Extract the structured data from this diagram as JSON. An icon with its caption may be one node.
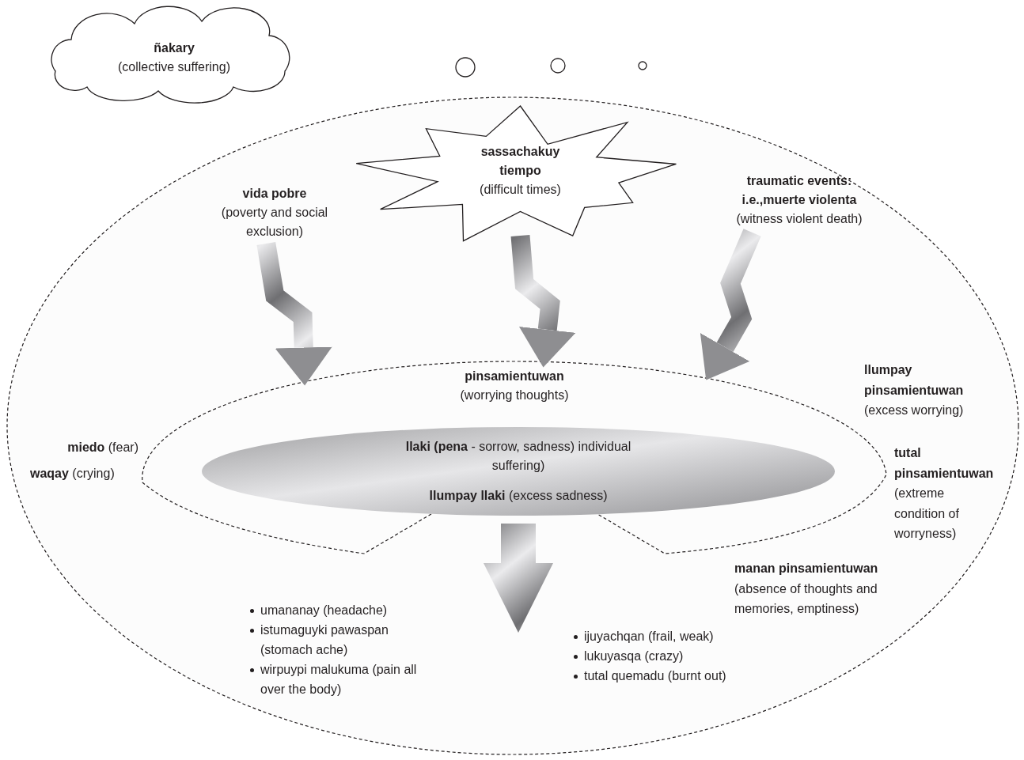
{
  "diagram": {
    "nodes": [
      {
        "text": [
          "ñakary",
          "(collective suffering)"
        ]
      },
      {
        "text": [],
        "shape": "ellipse"
      },
      {
        "text": [
          "sassachakuy tiempo",
          "(difficult times)"
        ],
        "in": 1
      },
      {
        "text": [
          "vida pobre",
          "(poverty and social exclusion)"
        ],
        "in": 1
      },
      {
        "text": [
          "traumatic events: i.e.,muerte violenta",
          "(witness violent death)"
        ],
        "in": 1
      },
      {
        "text": [
          "pinsamientuwan",
          "(worrying thoughts)"
        ],
        "in": 1
      },
      {
        "text": [
          "**llaki (pena** - sorrow, sadness) individual suffering)",
          "**llumpay llaki** (excess sadness)"
        ],
        "in": 5
      }
    ],
    "edges": [
      {
        "from": 3,
        "to": 5,
        "arrow": "to"
      },
      {
        "from": 2,
        "to": 5,
        "arrow": "to"
      },
      {
        "from": 4,
        "to": 5,
        "arrow": "to"
      },
      {
        "from": 6,
        "to": null,
        "arrow": "to"
      }
    ],
    "labels": [
      "**llumpay pinsamientuwan** (excess worrying)",
      "**miedo** (fear)",
      "**waqay** (crying)",
      "**tutal pinsamientuwan** (extreme condition of worryness)",
      "**manan pinsamientuwan** (absence of thoughts and memories, emptiness)",
      "umananay (headache)",
      "istumaguyki pawaspan (stomach ache)",
      "wirpuypi malukuma (pain all over the body)",
      "ijuyachqan (frail, weak)",
      "lukuyasqa (crazy)",
      "tutal quemadu (burnt out)"
    ]
  }
}
